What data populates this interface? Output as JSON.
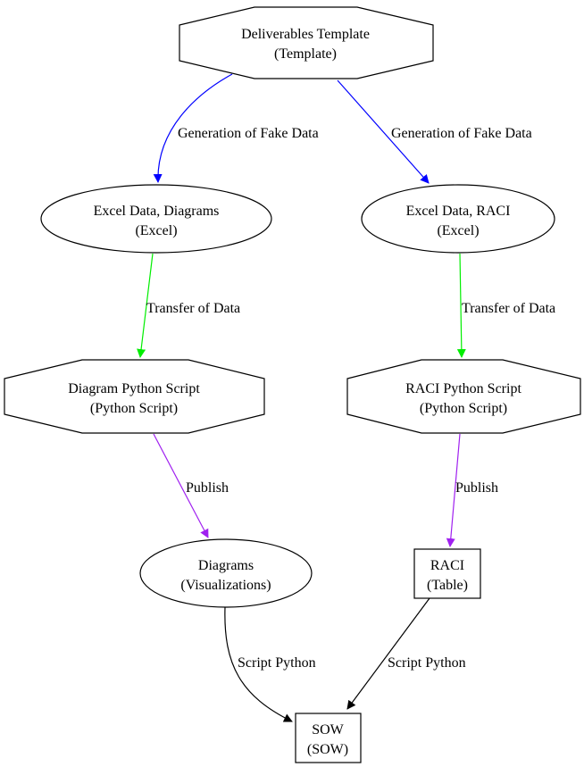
{
  "colors": {
    "generation": "#0000ff",
    "transfer": "#00ee00",
    "publish": "#a020f0",
    "script": "#000000"
  },
  "nodes": {
    "template": {
      "title": "Deliverables Template",
      "kind": "(Template)"
    },
    "excel_diagrams": {
      "title": "Excel Data, Diagrams",
      "kind": "(Excel)"
    },
    "excel_raci": {
      "title": "Excel Data, RACI",
      "kind": "(Excel)"
    },
    "diagram_script": {
      "title": "Diagram Python Script",
      "kind": "(Python Script)"
    },
    "raci_script": {
      "title": "RACI Python Script",
      "kind": "(Python Script)"
    },
    "diagrams": {
      "title": "Diagrams",
      "kind": "(Visualizations)"
    },
    "raci": {
      "title": "RACI",
      "kind": "(Table)"
    },
    "sow": {
      "title": "SOW",
      "kind": "(SOW)"
    }
  },
  "edges": {
    "gen_left": "Generation of Fake Data",
    "gen_right": "Generation of Fake Data",
    "transfer_left": "Transfer of Data",
    "transfer_right": "Transfer of Data",
    "publish_left": "Publish",
    "publish_right": "Publish",
    "script_left": "Script Python",
    "script_right": "Script Python"
  }
}
